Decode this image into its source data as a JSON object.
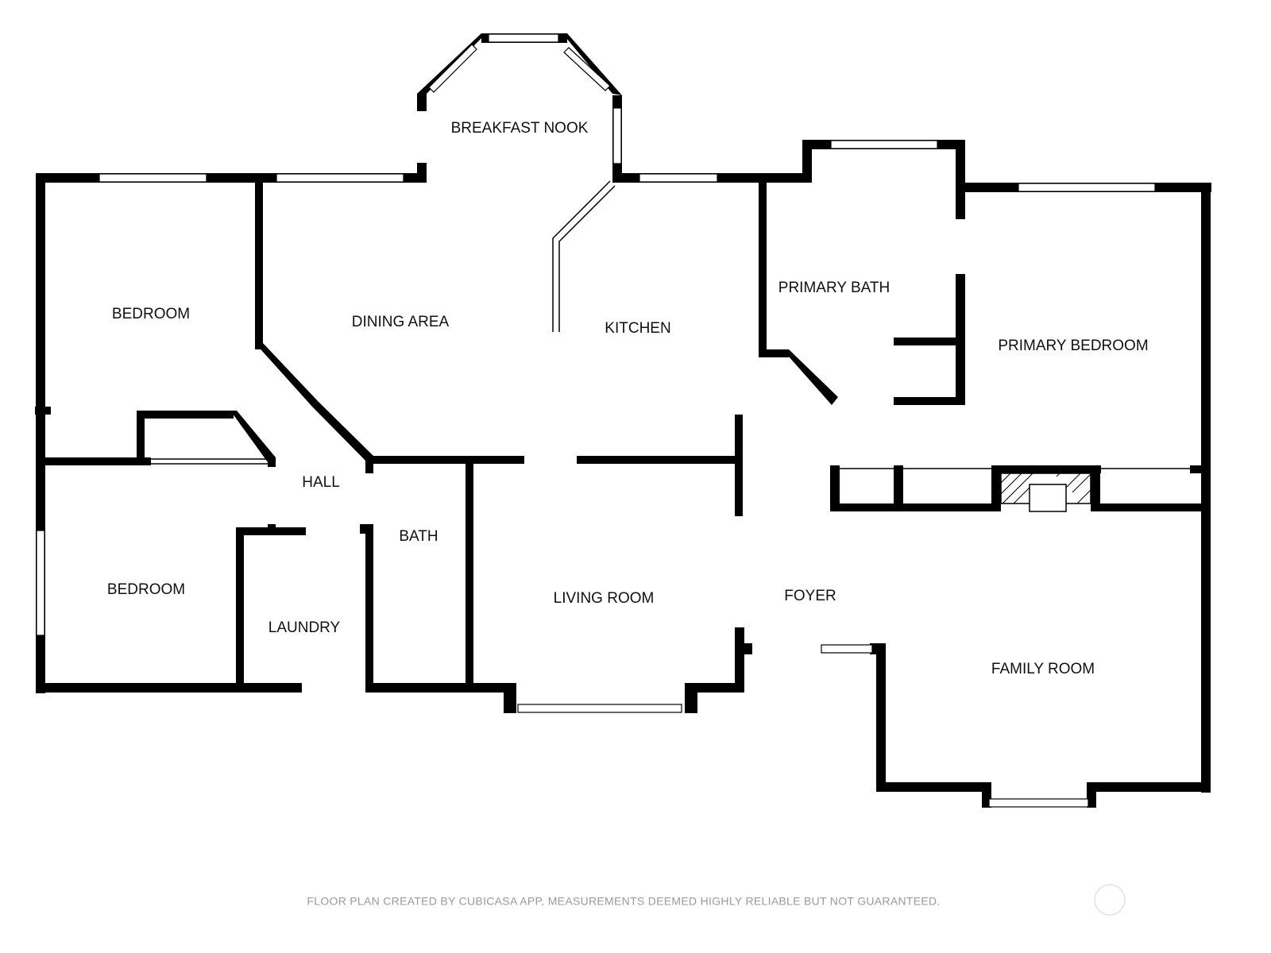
{
  "floor_plan": {
    "rooms": {
      "breakfast_nook": "BREAKFAST NOOK",
      "bedroom_1": "BEDROOM",
      "dining_area": "DINING AREA",
      "kitchen": "KITCHEN",
      "primary_bath": "PRIMARY BATH",
      "primary_bedroom": "PRIMARY BEDROOM",
      "hall": "HALL",
      "bath": "BATH",
      "bedroom_2": "BEDROOM",
      "living_room": "LIVING ROOM",
      "foyer": "FOYER",
      "laundry": "LAUNDRY",
      "family_room": "FAMILY ROOM"
    },
    "disclaimer": "FLOOR PLAN CREATED BY CUBICASA APP. MEASUREMENTS DEEMED HIGHLY RELIABLE BUT NOT GUARANTEED.",
    "colors": {
      "wall": "#000000",
      "background": "#ffffff",
      "disclaimer_text": "#9a9a9a"
    }
  }
}
